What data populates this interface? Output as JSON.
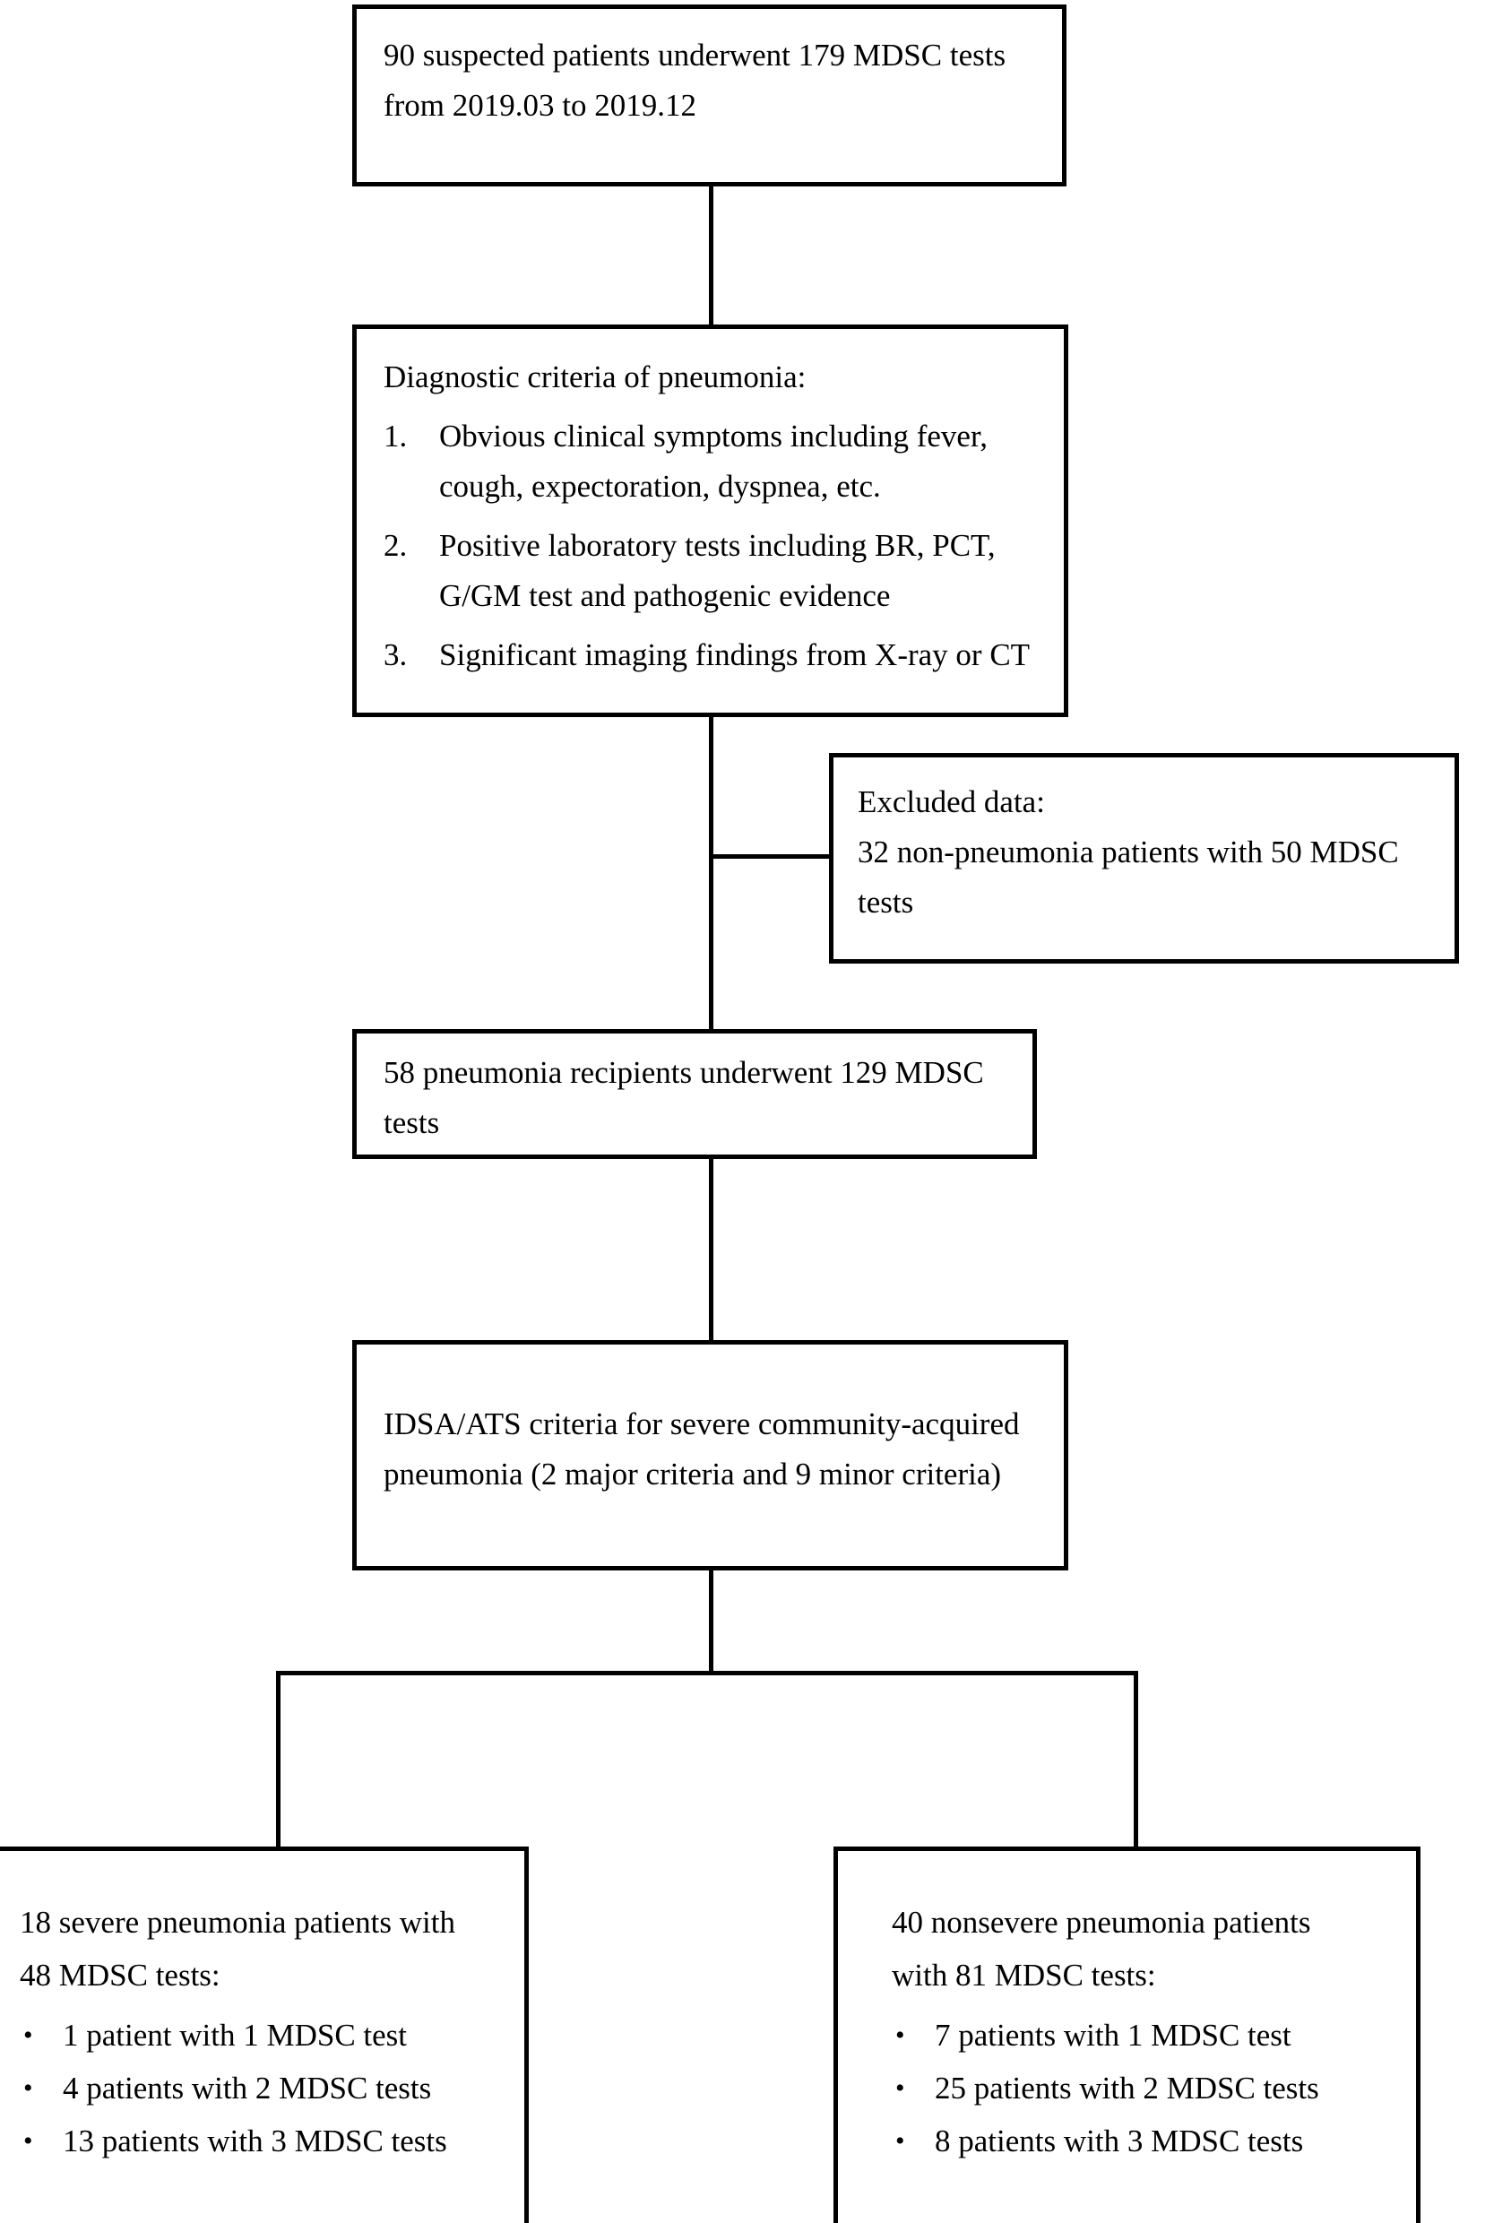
{
  "figure": {
    "type": "flowchart",
    "orientation": "top-to-bottom",
    "stroke_color": "#000000",
    "background_color": "#ffffff"
  },
  "nodes": {
    "start": {
      "lines": [
        "90 suspected patients underwent 179 MDSC tests",
        "from 2019.03 to 2019.12"
      ]
    },
    "criteria": {
      "heading": "Diagnostic criteria of pneumonia:",
      "items": [
        {
          "number": "1.",
          "lines": [
            "Obvious clinical symptoms including fever,",
            "cough, expectoration, dyspnea, etc."
          ]
        },
        {
          "number": "2.",
          "lines": [
            "Positive laboratory tests including BR, PCT,",
            "G/GM test and pathogenic evidence"
          ]
        },
        {
          "number": "3.",
          "lines": [
            "Significant imaging findings from X-ray or CT"
          ]
        }
      ]
    },
    "excluded": {
      "heading": "Excluded data:",
      "lines": [
        "32 non-pneumonia patients with 50 MDSC",
        "tests"
      ]
    },
    "included": {
      "lines": [
        "58 pneumonia recipients underwent 129 MDSC",
        "tests"
      ]
    },
    "idsa": {
      "lines": [
        "IDSA/ATS criteria for severe community-acquired",
        "pneumonia (2 major criteria and 9 minor criteria)"
      ]
    },
    "severe": {
      "heading_lines": [
        " 18 severe pneumonia patients with",
        "48 MDSC tests:"
      ],
      "bullet_char": "•",
      "bullets": [
        "1 patient with 1 MDSC test",
        "4 patients with 2 MDSC tests",
        "13 patients with 3 MDSC tests"
      ]
    },
    "nonsevere": {
      "heading_lines": [
        " 40 nonsevere pneumonia patients",
        "with 81 MDSC tests:"
      ],
      "bullet_char": "•",
      "bullets": [
        "7 patients with 1 MDSC test",
        "25 patients with 2 MDSC tests",
        "8 patients with 3 MDSC tests"
      ]
    }
  },
  "counts": {
    "suspected_patients": 90,
    "suspected_tests": 179,
    "period_start": "2019.03",
    "period_end": "2019.12",
    "excluded_patients": 32,
    "excluded_tests": 50,
    "included_patients": 58,
    "included_tests": 129,
    "severe_patients": 18,
    "severe_tests": 48,
    "nonsevere_patients": 40,
    "nonsevere_tests": 81,
    "idsa_major_criteria": 2,
    "idsa_minor_criteria": 9
  }
}
